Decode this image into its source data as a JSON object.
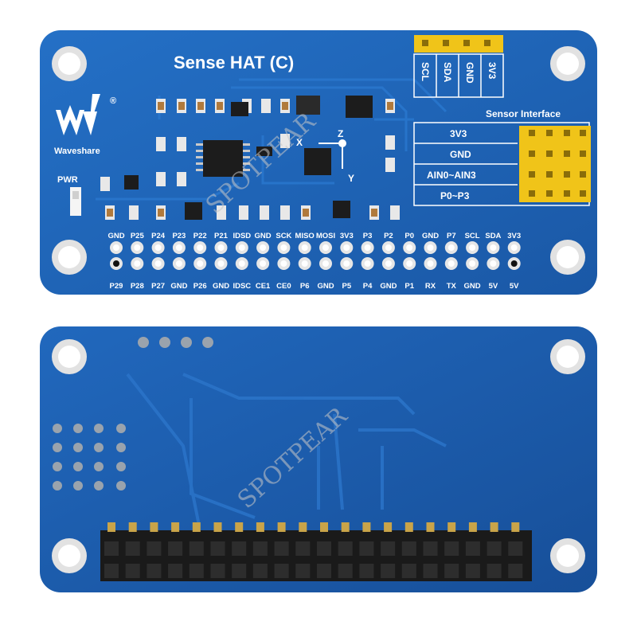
{
  "top_board": {
    "title": "Sense HAT (C)",
    "brand": "Waveshare",
    "registered_mark": "®",
    "power_label": "PWR",
    "i2c_header_labels": [
      "SCL",
      "SDA",
      "GND",
      "3V3"
    ],
    "sensor_interface_title": "Sensor Interface",
    "sensor_interface_rows": [
      "3V3",
      "GND",
      "AIN0~AIN3",
      "P0~P3"
    ],
    "axis_labels": [
      "X",
      "Z",
      "Y"
    ],
    "top_row_pins": [
      "GND",
      "P25",
      "P24",
      "P23",
      "P22",
      "P21",
      "IDSD",
      "GND",
      "SCK",
      "MISO",
      "MOSI",
      "3V3",
      "P3",
      "P2",
      "P0",
      "GND",
      "P7",
      "SCL",
      "SDA",
      "3V3"
    ],
    "bottom_row_pins": [
      "P29",
      "P28",
      "P27",
      "GND",
      "P26",
      "GND",
      "IDSC",
      "CE1",
      "CE0",
      "P6",
      "GND",
      "P5",
      "P4",
      "GND",
      "P1",
      "RX",
      "TX",
      "GND",
      "5V",
      "5V"
    ]
  },
  "watermark": "SPOTPEAR",
  "colors": {
    "pcb_blue": "#1f63b4",
    "pcb_dark": "#174f97",
    "silkscreen": "#ffffff",
    "pin_yellow": "#f0c419",
    "chip_black": "#1c1c1c",
    "header_black": "#1a1a1a"
  }
}
